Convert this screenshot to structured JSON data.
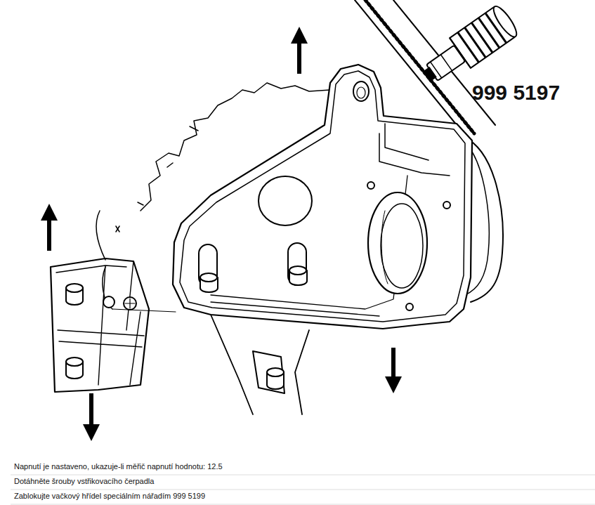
{
  "diagram": {
    "labels": [
      "999 5197",
      "Napnutí je nastaveno, ukazuje-li měřič napnutí hodnotu: 12.5",
      "Dotáhněte šrouby vstřikovacího čerpadla",
      "Zablokujte vačkový hřídel speciálním nářadím 999 5199"
    ]
  }
}
